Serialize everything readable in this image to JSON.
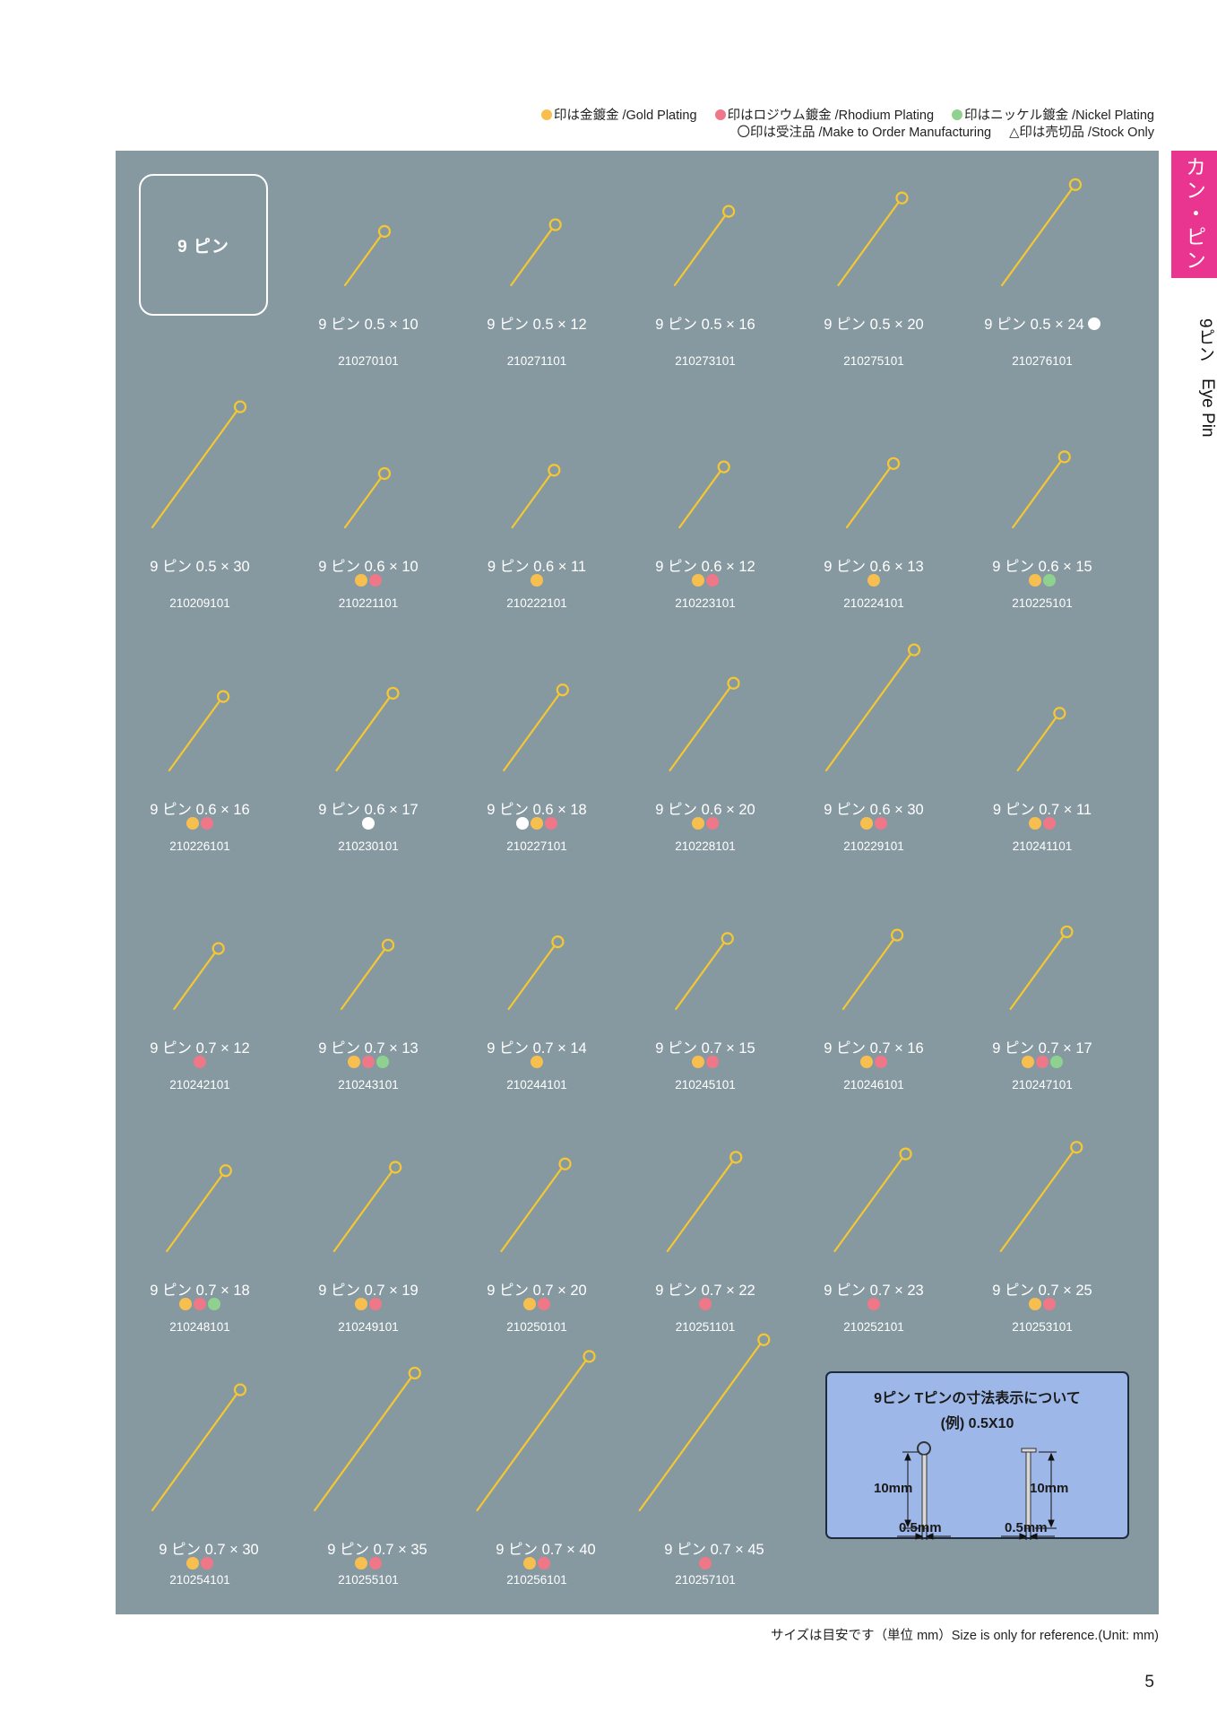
{
  "legend": {
    "line1": [
      {
        "color": "#f7bf4f",
        "text": "印は金鍍金 /Gold Plating"
      },
      {
        "color": "#ee7788",
        "text": "印はロジウム鍍金 /Rhodium Plating"
      },
      {
        "color": "#8fd18f",
        "text": "印はニッケル鍍金 /Nickel Plating"
      }
    ],
    "line2_a": "〇印は受注品 /Make to Order Manufacturing",
    "line2_b": "△印は売切品 /Stock Only"
  },
  "section_title": "9 ピン",
  "side_tab": "カン・ピン",
  "side_label_a": "9ピン",
  "side_label_b": "Eye Pin",
  "colors": {
    "gold": "#f7bf4f",
    "rhodium": "#ee7788",
    "nickel": "#8fd18f",
    "white": "#ffffff",
    "pin": "#f4c733"
  },
  "items": [
    {
      "label": "9 ピン 0.5 × 10",
      "code": "210270101",
      "dots": [],
      "len": 10
    },
    {
      "label": "9 ピン 0.5 × 12",
      "code": "210271101",
      "dots": [],
      "len": 12
    },
    {
      "label": "9 ピン 0.5 × 16",
      "code": "210273101",
      "dots": [],
      "len": 16
    },
    {
      "label": "9 ピン 0.5 × 20",
      "code": "210275101",
      "dots": [],
      "len": 20
    },
    {
      "label": "9 ピン 0.5 × 24",
      "code": "210276101",
      "dots": [],
      "len": 24,
      "mto": true
    },
    {
      "label": "9 ピン 0.5 × 30",
      "code": "210209101",
      "dots": [],
      "len": 30
    },
    {
      "label": "9 ピン 0.6 × 10",
      "code": "210221101",
      "dots": [
        "gold",
        "rhodium"
      ],
      "len": 10
    },
    {
      "label": "9 ピン 0.6 × 11",
      "code": "210222101",
      "dots": [
        "gold"
      ],
      "len": 11
    },
    {
      "label": "9 ピン 0.6 × 12",
      "code": "210223101",
      "dots": [
        "gold",
        "rhodium"
      ],
      "len": 12
    },
    {
      "label": "9 ピン 0.6 × 13",
      "code": "210224101",
      "dots": [
        "gold"
      ],
      "len": 13
    },
    {
      "label": "9 ピン 0.6 × 15",
      "code": "210225101",
      "dots": [
        "gold",
        "nickel"
      ],
      "len": 15
    },
    {
      "label": "9 ピン 0.6 × 16",
      "code": "210226101",
      "dots": [
        "gold",
        "rhodium"
      ],
      "len": 16
    },
    {
      "label": "9 ピン 0.6 × 17",
      "code": "210230101",
      "dots": [
        "white"
      ],
      "len": 17
    },
    {
      "label": "9 ピン 0.6 × 18",
      "code": "210227101",
      "dots": [
        "white",
        "gold",
        "rhodium"
      ],
      "len": 18
    },
    {
      "label": "9 ピン 0.6 × 20",
      "code": "210228101",
      "dots": [
        "gold",
        "rhodium"
      ],
      "len": 20
    },
    {
      "label": "9 ピン 0.6 × 30",
      "code": "210229101",
      "dots": [
        "gold",
        "rhodium"
      ],
      "len": 30
    },
    {
      "label": "9 ピン 0.7 × 11",
      "code": "210241101",
      "dots": [
        "gold",
        "rhodium"
      ],
      "len": 11
    },
    {
      "label": "9 ピン 0.7 × 12",
      "code": "210242101",
      "dots": [
        "rhodium"
      ],
      "len": 12
    },
    {
      "label": "9 ピン 0.7 × 13",
      "code": "210243101",
      "dots": [
        "gold",
        "rhodium",
        "nickel"
      ],
      "len": 13
    },
    {
      "label": "9 ピン 0.7 × 14",
      "code": "210244101",
      "dots": [
        "gold"
      ],
      "len": 14
    },
    {
      "label": "9 ピン 0.7 × 15",
      "code": "210245101",
      "dots": [
        "gold",
        "rhodium"
      ],
      "len": 15
    },
    {
      "label": "9 ピン 0.7 × 16",
      "code": "210246101",
      "dots": [
        "gold",
        "rhodium"
      ],
      "len": 16
    },
    {
      "label": "9 ピン 0.7 × 17",
      "code": "210247101",
      "dots": [
        "gold",
        "rhodium",
        "nickel"
      ],
      "len": 17
    },
    {
      "label": "9 ピン 0.7 × 18",
      "code": "210248101",
      "dots": [
        "gold",
        "rhodium",
        "nickel"
      ],
      "len": 18
    },
    {
      "label": "9 ピン 0.7 × 19",
      "code": "210249101",
      "dots": [
        "gold",
        "rhodium"
      ],
      "len": 19
    },
    {
      "label": "9 ピン 0.7 × 20",
      "code": "210250101",
      "dots": [
        "gold",
        "rhodium"
      ],
      "len": 20
    },
    {
      "label": "9 ピン 0.7 × 22",
      "code": "210251101",
      "dots": [
        "rhodium"
      ],
      "len": 22
    },
    {
      "label": "9 ピン 0.7 × 23",
      "code": "210252101",
      "dots": [
        "rhodium"
      ],
      "len": 23
    },
    {
      "label": "9 ピン 0.7 × 25",
      "code": "210253101",
      "dots": [
        "gold",
        "rhodium"
      ],
      "len": 25
    },
    {
      "label": "9 ピン 0.7 × 30",
      "code": "210254101",
      "dots": [
        "gold",
        "rhodium"
      ],
      "len": 30
    },
    {
      "label": "9 ピン 0.7 × 35",
      "code": "210255101",
      "dots": [
        "gold",
        "rhodium"
      ],
      "len": 35
    },
    {
      "label": "9 ピン 0.7 × 40",
      "code": "210256101",
      "dots": [
        "gold",
        "rhodium"
      ],
      "len": 40
    },
    {
      "label": "9 ピン 0.7 × 45",
      "code": "210257101",
      "dots": [
        "rhodium"
      ],
      "len": 45
    }
  ],
  "diagram": {
    "title": "9ピン Tピンの寸法表示について",
    "subtitle": "(例) 0.5X10",
    "length_label_left": "10mm",
    "length_label_right": "10mm",
    "width_label_left": "0.5mm",
    "width_label_right": "0.5mm"
  },
  "footnote": "サイズは目安です（単位 mm）Size is only for reference.(Unit: mm)",
  "page_number": "5"
}
